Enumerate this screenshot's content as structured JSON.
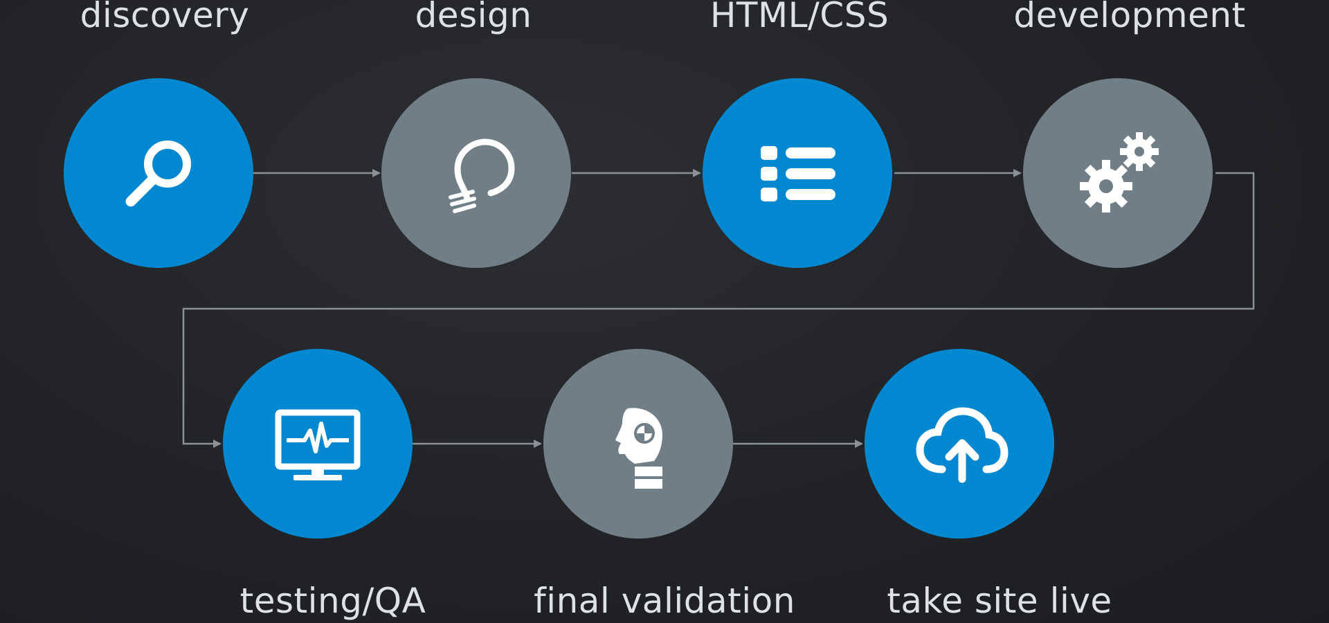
{
  "colors": {
    "blue": "#0288d1",
    "gray": "#6f7e87",
    "connector": "#8a9297",
    "label": "#dfe2e5"
  },
  "steps": [
    {
      "label": "discovery",
      "color": "blue",
      "icon": "search-icon"
    },
    {
      "label": "design",
      "color": "gray",
      "icon": "lightbulb-icon"
    },
    {
      "label": "HTML/CSS",
      "color": "blue",
      "icon": "list-icon"
    },
    {
      "label": "development",
      "color": "gray",
      "icon": "gears-icon"
    },
    {
      "label": "testing/QA",
      "color": "blue",
      "icon": "monitor-pulse-icon"
    },
    {
      "label": "final validation",
      "color": "gray",
      "icon": "crash-test-dummy-icon"
    },
    {
      "label": "take site live",
      "color": "blue",
      "icon": "cloud-upload-icon"
    }
  ]
}
